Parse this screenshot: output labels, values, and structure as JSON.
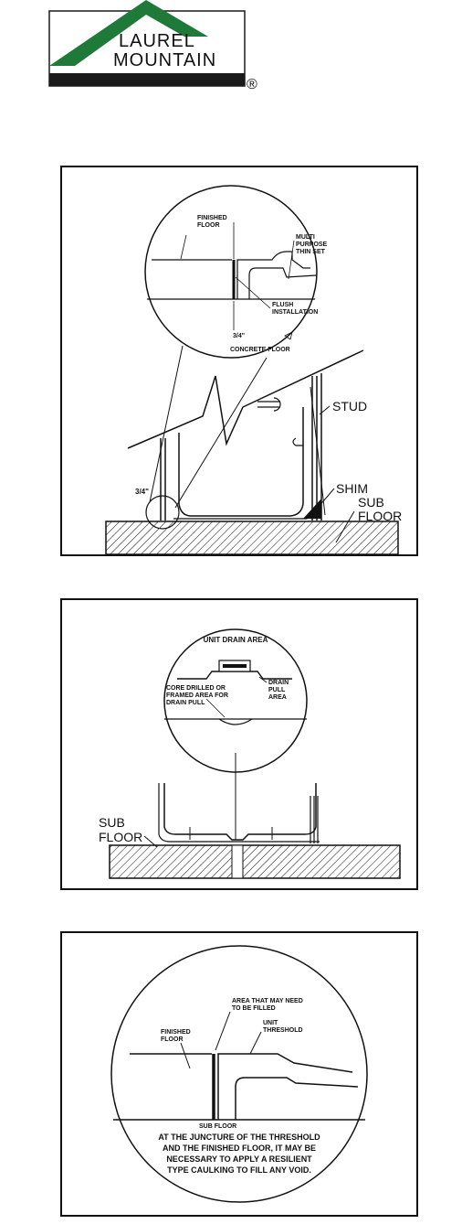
{
  "logo": {
    "line1": "LAUREL",
    "line2": "MOUNTAIN",
    "registered": "®",
    "colors": {
      "green": "#1f7a3a",
      "black": "#1a1a1a"
    }
  },
  "figure1": {
    "detail": {
      "finished_floor": [
        "FINISHED",
        "FLOOR"
      ],
      "thin_set": [
        "MULTI",
        "PURPOSE",
        "THIN SET"
      ],
      "flush": [
        "FLUSH",
        "INSTALLATION"
      ],
      "dimension": "3/4\"",
      "concrete": "CONCRETE FLOOR"
    },
    "dimension": "3/4\"",
    "stud": "STUD",
    "shim": "SHIM",
    "sub_floor": [
      "SUB",
      "FLOOR"
    ]
  },
  "figure2": {
    "detail": {
      "title": "UNIT DRAIN AREA",
      "core": [
        "CORE DRILLED OR",
        "FRAMED AREA FOR",
        "DRAIN PULL"
      ],
      "drain_pull": [
        "DRAIN",
        "PULL",
        "AREA"
      ]
    },
    "sub_floor": [
      "SUB",
      "FLOOR"
    ]
  },
  "figure3": {
    "area": [
      "AREA THAT MAY NEED",
      "TO BE FILLED"
    ],
    "finished_floor": [
      "FINISHED",
      "FLOOR"
    ],
    "threshold": [
      "UNIT",
      "THRESHOLD"
    ],
    "sub_floor": "SUB FLOOR",
    "note": [
      "AT THE JUNCTURE OF THE THRESHOLD",
      "AND THE FINISHED FLOOR, IT MAY BE",
      "NECESSARY TO APPLY A RESILIENT",
      "TYPE CAULKING TO FILL ANY VOID."
    ]
  }
}
